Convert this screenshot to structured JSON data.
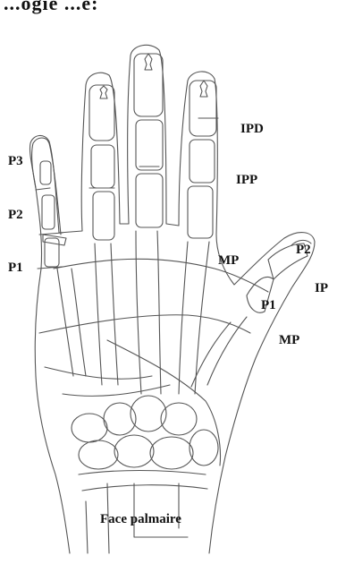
{
  "figure": {
    "header_fragment": "...ogie ...e:",
    "caption": "Face palmaire"
  },
  "labels": {
    "ipd": "IPD",
    "ipp": "IPP",
    "mp_fingers": "MP",
    "p3": "P3",
    "p2_finger": "P2",
    "p1_finger": "P1",
    "p2_thumb": "P2",
    "ip_thumb": "IP",
    "p1_thumb": "P1",
    "mp_thumb": "MP"
  },
  "colors": {
    "ink": "#111111",
    "line": "#555555",
    "paper": "#ffffff"
  }
}
